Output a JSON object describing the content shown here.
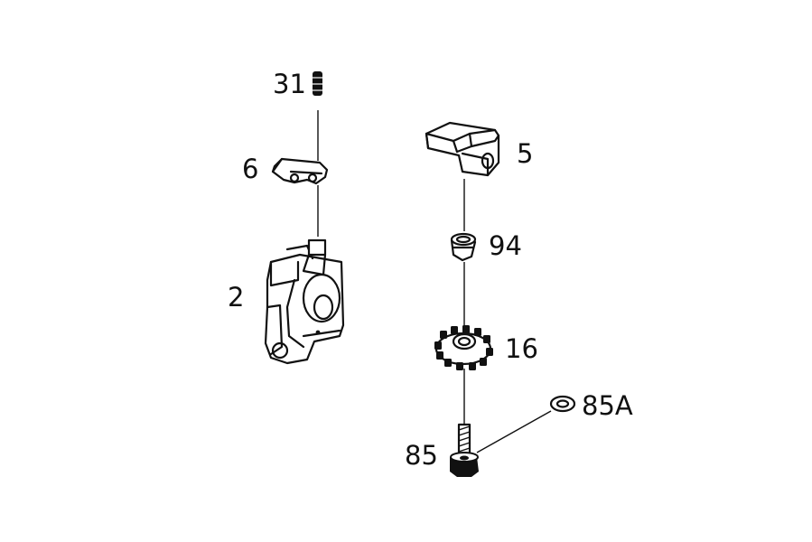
{
  "diagram": {
    "parts": [
      {
        "id": "31",
        "label": "31"
      },
      {
        "id": "6",
        "label": "6"
      },
      {
        "id": "2",
        "label": "2"
      },
      {
        "id": "5",
        "label": "5"
      },
      {
        "id": "94",
        "label": "94"
      },
      {
        "id": "16",
        "label": "16"
      },
      {
        "id": "85A",
        "label": "85A"
      },
      {
        "id": "85",
        "label": "85"
      }
    ]
  }
}
